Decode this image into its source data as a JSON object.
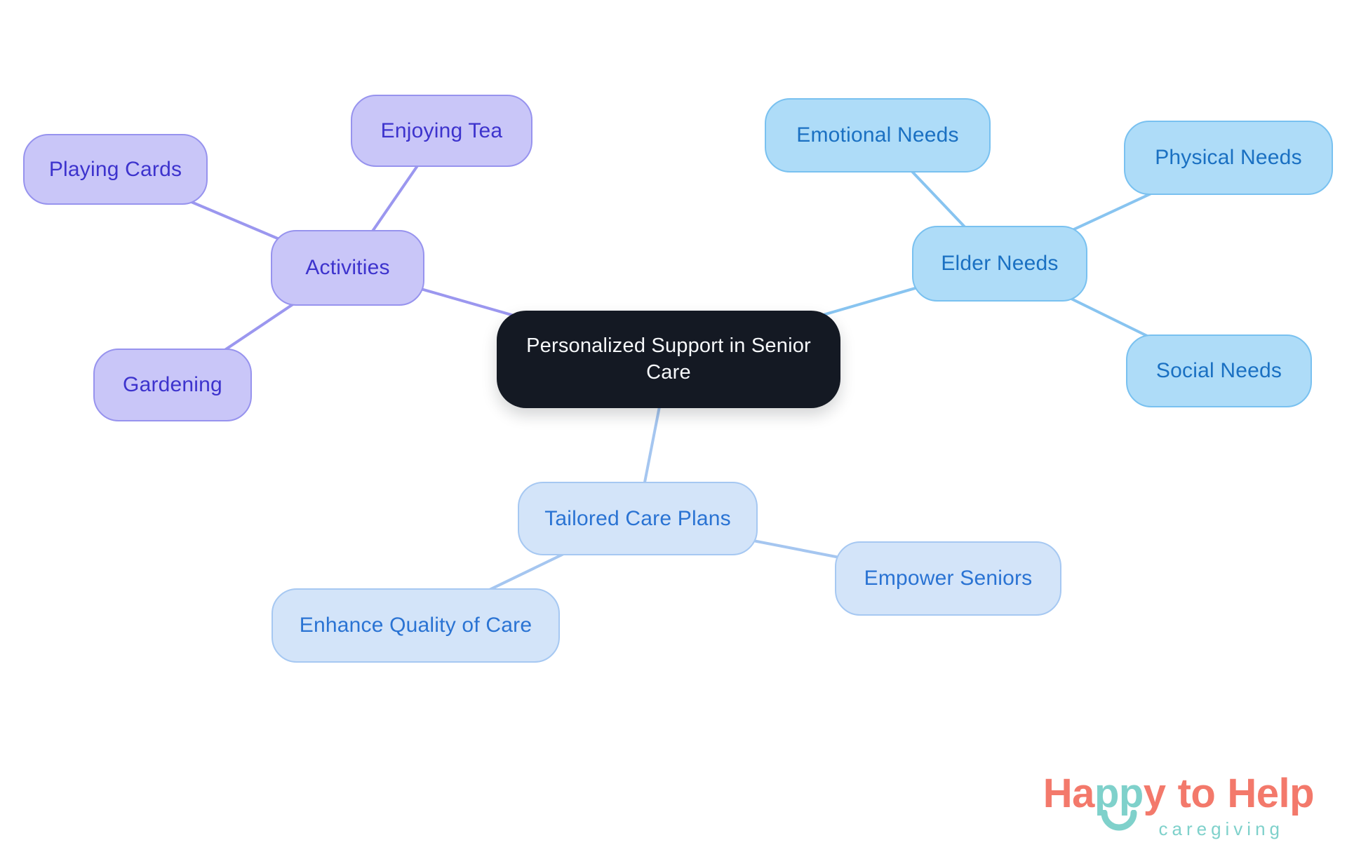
{
  "mindmap": {
    "central": {
      "label": "Personalized Support in Senior Care"
    },
    "branches": [
      {
        "label": "Activities",
        "children": [
          {
            "label": "Playing Cards"
          },
          {
            "label": "Enjoying Tea"
          },
          {
            "label": "Gardening"
          }
        ]
      },
      {
        "label": "Elder Needs",
        "children": [
          {
            "label": "Emotional Needs"
          },
          {
            "label": "Physical Needs"
          },
          {
            "label": "Social Needs"
          }
        ]
      },
      {
        "label": "Tailored Care Plans",
        "children": [
          {
            "label": "Empower Seniors"
          },
          {
            "label": "Enhance Quality of Care"
          }
        ]
      }
    ]
  },
  "logo": {
    "part_ha": "Ha",
    "part_pp": "pp",
    "part_y": "y",
    "word_to": "to",
    "word_help": "Help",
    "subtitle": "caregiving"
  },
  "palette": {
    "background": "#ffffff",
    "central_bg": "#141923",
    "central_text": "#f6f8fa",
    "purple_fill": "#c9c6f8",
    "purple_border": "#9793ee",
    "purple_text": "#3d33cd",
    "purple_edge": "#9b97ef",
    "blue_fill": "#aedcf8",
    "blue_border": "#79c1f0",
    "blue_text": "#1a70c2",
    "blue_edge": "#88c4f0",
    "softblue_fill": "#d3e4f9",
    "softblue_border": "#a6c8f2",
    "softblue_text": "#2a73d3",
    "softblue_edge": "#a5c6f0",
    "logo_coral": "#f3796b",
    "logo_teal": "#7fd1cb"
  }
}
